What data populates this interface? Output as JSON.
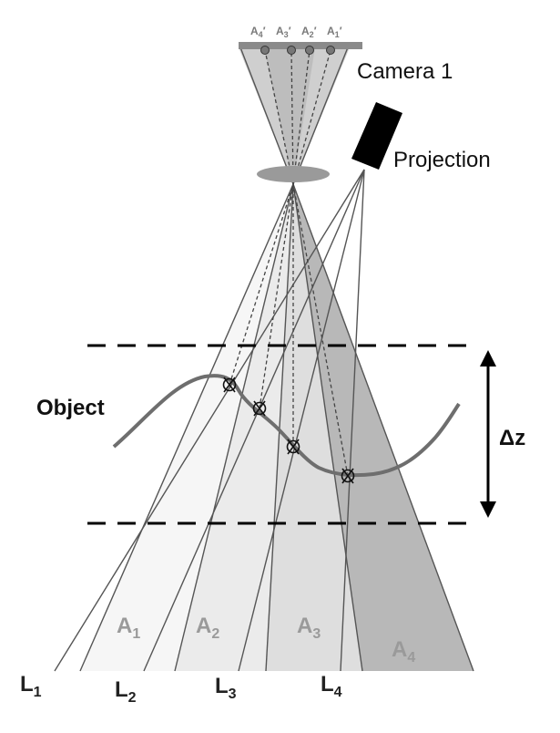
{
  "labels": {
    "camera": "Camera 1",
    "projection": "Projection",
    "object": "Object",
    "dz": "Δz"
  },
  "sensor_labels": [
    {
      "base": "A",
      "sub": "4",
      "prime": "′"
    },
    {
      "base": "A",
      "sub": "3",
      "prime": "′"
    },
    {
      "base": "A",
      "sub": "2",
      "prime": "′"
    },
    {
      "base": "A",
      "sub": "1",
      "prime": "′"
    }
  ],
  "region_labels": [
    {
      "base": "A",
      "sub": "1"
    },
    {
      "base": "A",
      "sub": "2"
    },
    {
      "base": "A",
      "sub": "3"
    },
    {
      "base": "A",
      "sub": "4"
    }
  ],
  "line_labels": [
    {
      "base": "L",
      "sub": "1"
    },
    {
      "base": "L",
      "sub": "2"
    },
    {
      "base": "L",
      "sub": "3"
    },
    {
      "base": "L",
      "sub": "4"
    }
  ],
  "colors": {
    "line": "#555555",
    "region_a1": "#f6f6f6",
    "region_a2": "#ebebeb",
    "region_a3": "#dedede",
    "region_a4": "#b8b8b8",
    "object_curve": "#6e6e6e",
    "sensor_bar": "#8a8a8a",
    "lens": "#9a9a9a",
    "projector": "#000000"
  }
}
